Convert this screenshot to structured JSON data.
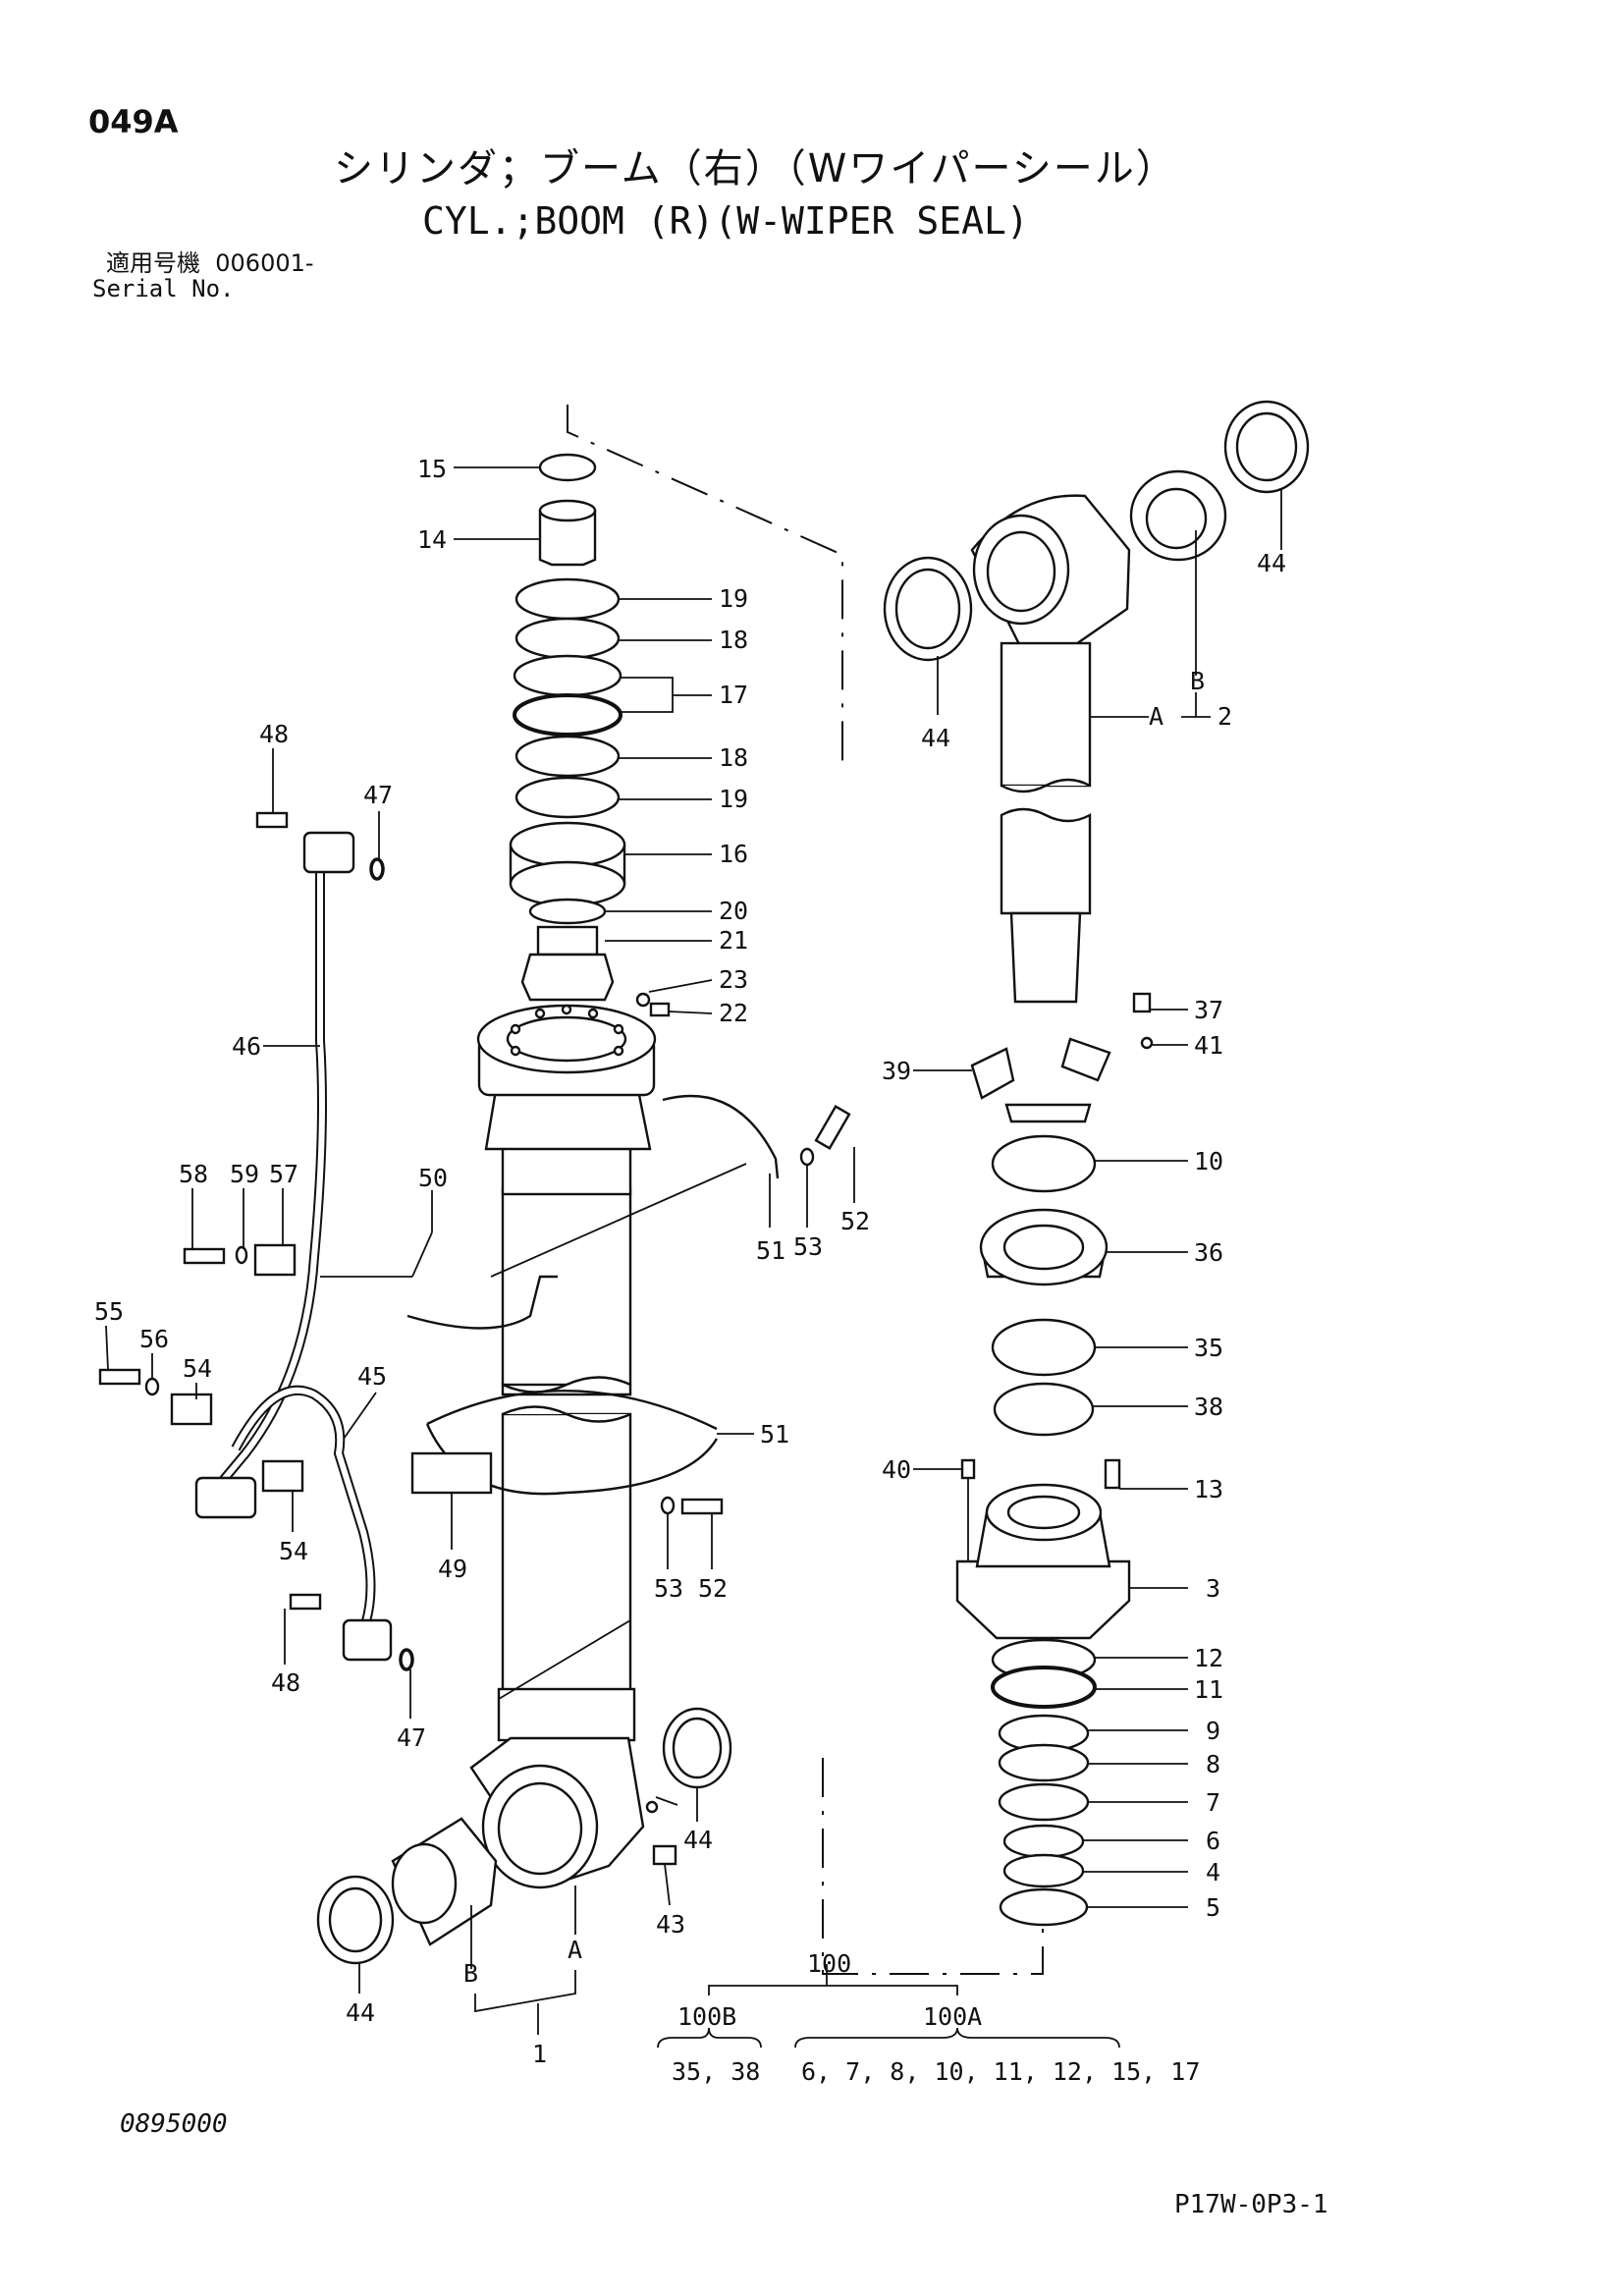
{
  "header": {
    "page_code": "049A",
    "title_jp": "シリンダ；ブーム（右）（Wワイパーシール）",
    "title_en": "CYL.;BOOM (R)(W-WIPER SEAL)",
    "serial_label_jp": "適用号機",
    "serial_value": "006001-",
    "serial_label_en": "Serial No."
  },
  "footer": {
    "drawing_number": "0895000",
    "page_ref": "P17W-0P3-1"
  },
  "callouts": {
    "c1": "1",
    "c2": "2",
    "c3": "3",
    "c4": "4",
    "c5": "5",
    "c6": "6",
    "c7": "7",
    "c8": "8",
    "c9": "9",
    "c10": "10",
    "c11": "11",
    "c12": "12",
    "c13": "13",
    "c14": "14",
    "c15": "15",
    "c16": "16",
    "c17": "17",
    "c18a": "18",
    "c18b": "18",
    "c19a": "19",
    "c19b": "19",
    "c20": "20",
    "c21": "21",
    "c22": "22",
    "c23": "23",
    "c35": "35",
    "c36": "36",
    "c37": "37",
    "c38": "38",
    "c39": "39",
    "c40": "40",
    "c41": "41",
    "c43": "43",
    "c44a": "44",
    "c44b": "44",
    "c44c": "44",
    "c44d": "44",
    "c45": "45",
    "c46": "46",
    "c47a": "47",
    "c47b": "47",
    "c48a": "48",
    "c48b": "48",
    "c49": "49",
    "c50": "50",
    "c51a": "51",
    "c51b": "51",
    "c52a": "52",
    "c52b": "52",
    "c53a": "53",
    "c53b": "53",
    "c54a": "54",
    "c54b": "54",
    "c55": "55",
    "c56": "56",
    "c57": "57",
    "c58": "58",
    "c59": "59",
    "refA1": "A",
    "refA2": "A",
    "refB1": "B",
    "refB2": "B"
  },
  "kits": {
    "k100": "100",
    "k100B": "100B",
    "k100A": "100A",
    "k100B_parts": "35, 38",
    "k100A_parts": "6, 7, 8, 10, 11, 12, 15, 17"
  }
}
